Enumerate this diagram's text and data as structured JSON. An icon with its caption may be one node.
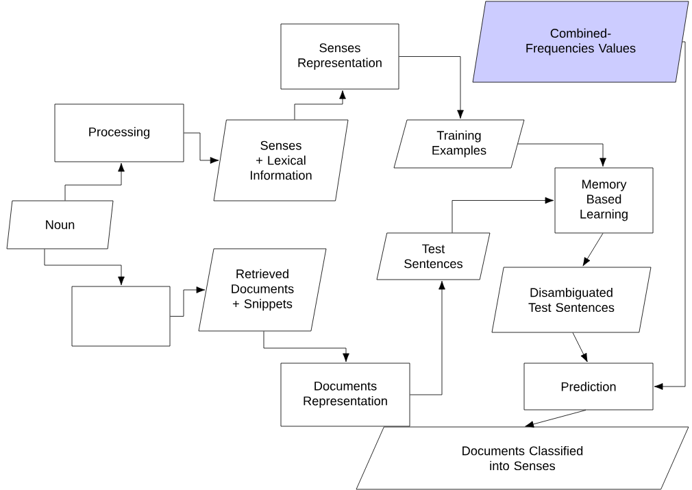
{
  "diagram": {
    "nodes": [
      {
        "text": [
          "Processing"
        ]
      },
      {
        "text": [
          "Senses + Lexical Information"
        ]
      },
      {
        "text": [
          "Senses Representation"
        ]
      },
      {
        "text": [
          "Noun"
        ]
      },
      {
        "text": [],
        "shape": "box"
      },
      {
        "text": [
          "Retrieved Documents + Snippets"
        ]
      },
      {
        "text": [
          "Training Examples"
        ]
      },
      {
        "text": [
          "Combined-Frequencies Values"
        ]
      },
      {
        "text": [
          "Memory Based Learning"
        ]
      },
      {
        "text": [
          "Test Sentences"
        ]
      },
      {
        "text": [
          "Disambiguated Test Sentences"
        ]
      },
      {
        "text": [
          "Documents Representation"
        ]
      },
      {
        "text": [
          "Prediction"
        ]
      },
      {
        "text": [
          "Documents Classified into Senses"
        ]
      }
    ],
    "edges": [
      {
        "from": 3,
        "to": 0,
        "arrow": "to"
      },
      {
        "from": 3,
        "to": 4,
        "arrow": "to"
      },
      {
        "from": 0,
        "to": 1,
        "arrow": "to"
      },
      {
        "from": 1,
        "to": 2,
        "arrow": "to"
      },
      {
        "from": 2,
        "to": 6,
        "arrow": "to"
      },
      {
        "from": 6,
        "to": 8,
        "arrow": "to"
      },
      {
        "from": 4,
        "to": 5,
        "arrow": "to"
      },
      {
        "from": 5,
        "to": 11,
        "arrow": "to"
      },
      {
        "from": 11,
        "to": 9,
        "arrow": "to"
      },
      {
        "from": 9,
        "to": 8,
        "arrow": "to"
      },
      {
        "from": 8,
        "to": 10,
        "arrow": "to"
      },
      {
        "from": 10,
        "to": 12,
        "arrow": "to"
      },
      {
        "from": 7,
        "to": 12,
        "arrow": "to"
      },
      {
        "from": 12,
        "to": 13,
        "arrow": "to"
      }
    ]
  }
}
